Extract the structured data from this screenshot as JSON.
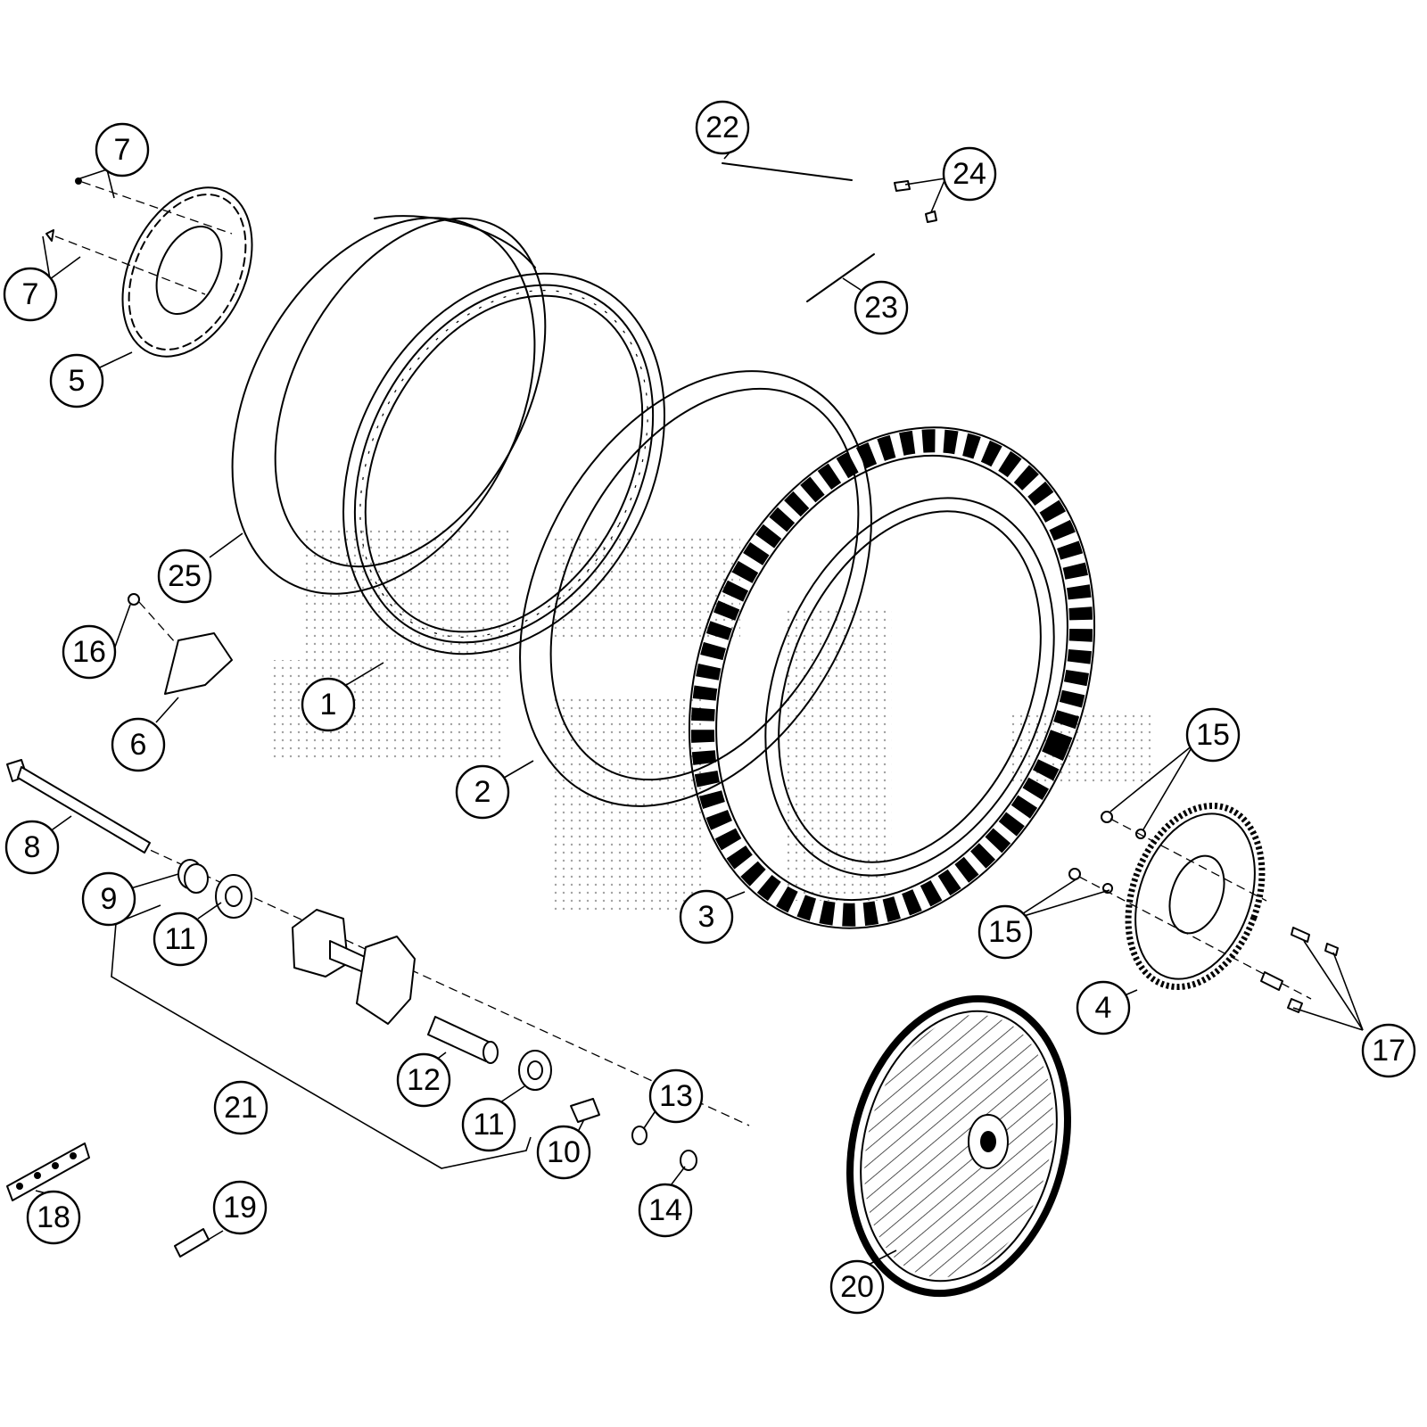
{
  "callouts": [
    {
      "id": "c7a",
      "label": "7"
    },
    {
      "id": "c7b",
      "label": "7"
    },
    {
      "id": "c5",
      "label": "5"
    },
    {
      "id": "c25",
      "label": "25"
    },
    {
      "id": "c16",
      "label": "16"
    },
    {
      "id": "c6",
      "label": "6"
    },
    {
      "id": "c1",
      "label": "1"
    },
    {
      "id": "c22",
      "label": "22"
    },
    {
      "id": "c24",
      "label": "24"
    },
    {
      "id": "c23",
      "label": "23"
    },
    {
      "id": "c2",
      "label": "2"
    },
    {
      "id": "c3",
      "label": "3"
    },
    {
      "id": "c8",
      "label": "8"
    },
    {
      "id": "c9",
      "label": "9"
    },
    {
      "id": "c11a",
      "label": "11"
    },
    {
      "id": "c21",
      "label": "21"
    },
    {
      "id": "c12",
      "label": "12"
    },
    {
      "id": "c11b",
      "label": "11"
    },
    {
      "id": "c10",
      "label": "10"
    },
    {
      "id": "c13",
      "label": "13"
    },
    {
      "id": "c14",
      "label": "14"
    },
    {
      "id": "c15a",
      "label": "15"
    },
    {
      "id": "c15b",
      "label": "15"
    },
    {
      "id": "c4",
      "label": "4"
    },
    {
      "id": "c17",
      "label": "17"
    },
    {
      "id": "c18",
      "label": "18"
    },
    {
      "id": "c19",
      "label": "19"
    },
    {
      "id": "c20",
      "label": "20"
    }
  ]
}
